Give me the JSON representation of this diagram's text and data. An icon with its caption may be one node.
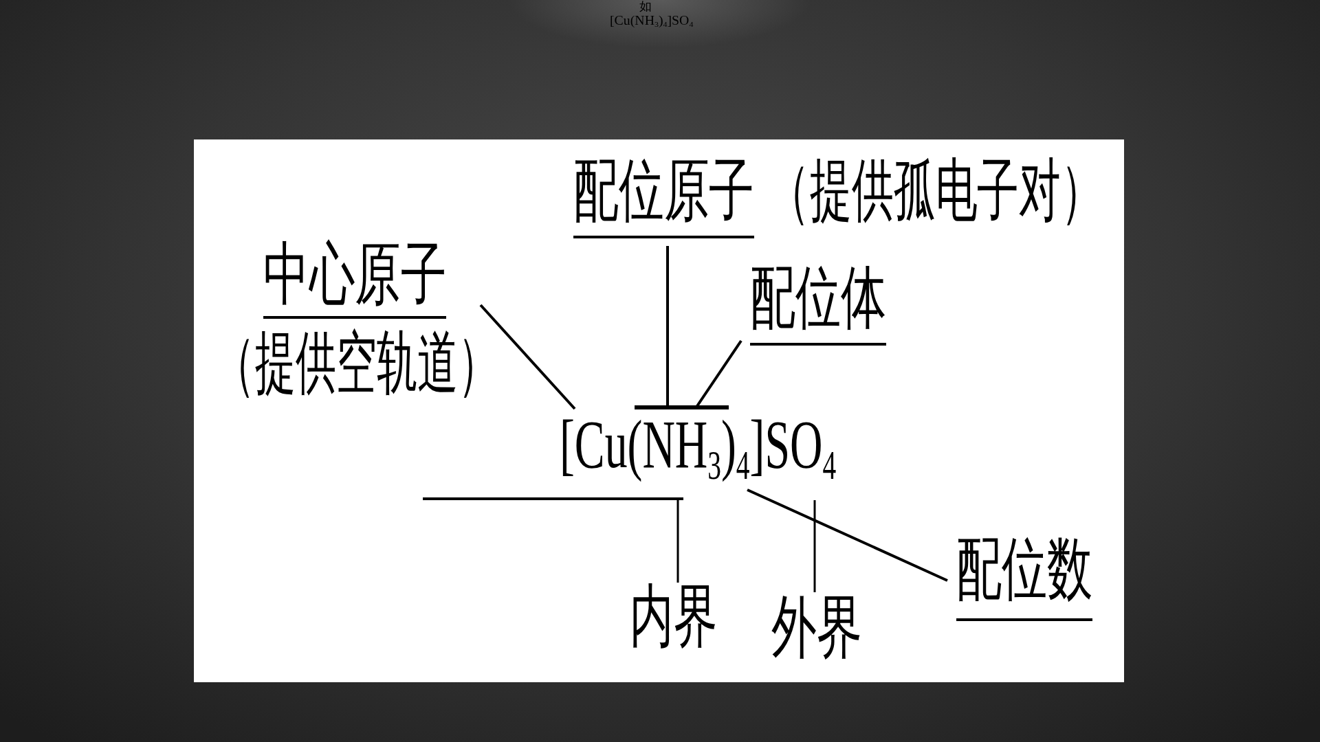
{
  "diagram": {
    "nodes": [
      {
        "text": [
          "中心原子",
          "（提供空轨道）"
        ]
      },
      {
        "text": [
          "配位原子",
          "（提供孤电子对）"
        ]
      },
      {
        "text": [
          "配位体"
        ]
      },
      {
        "text": [
          "[Cu(NH$_{3}$)$_{4}$]SO$_{4}$"
        ]
      },
      {
        "text": [
          "内界"
        ]
      },
      {
        "text": [
          "外界"
        ]
      },
      {
        "text": [
          "配位数"
        ]
      }
    ],
    "edges": [
      {
        "from": 0,
        "to": 3,
        "arrow": "none"
      },
      {
        "from": 1,
        "to": 3,
        "arrow": "none"
      },
      {
        "from": 2,
        "to": 3,
        "arrow": "none"
      },
      {
        "from": 4,
        "to": 3,
        "arrow": "none"
      },
      {
        "from": 5,
        "to": 3,
        "arrow": "none"
      },
      {
        "from": 6,
        "to": 3,
        "arrow": "none"
      }
    ],
    "labels": [
      "如",
      "[Cu(NH$_{3}$)$_{4}$]SO$_{4}$"
    ]
  }
}
